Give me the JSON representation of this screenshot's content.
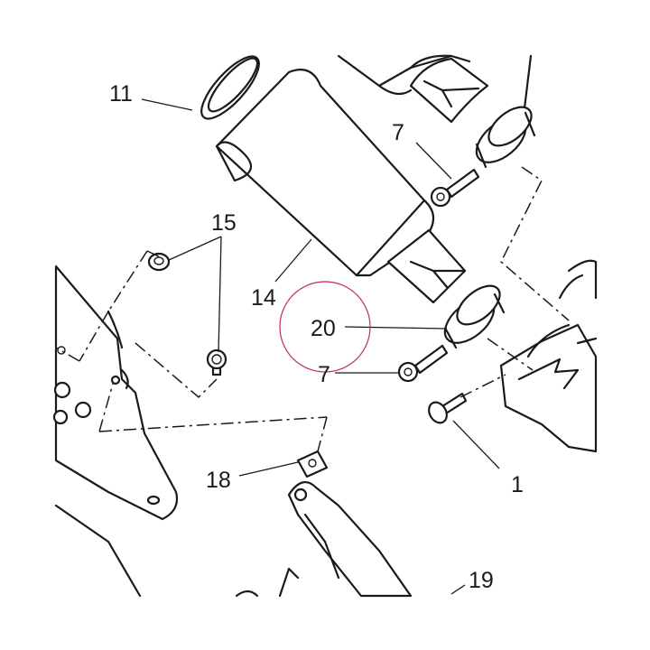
{
  "callouts": {
    "c1": "1",
    "c7a": "7",
    "c7b": "7",
    "c11": "11",
    "c14": "14",
    "c15": "15",
    "c18": "18",
    "c19": "19",
    "c20": "20"
  },
  "highlight_color": "#c0304a",
  "line_color": "#1a1a1a"
}
